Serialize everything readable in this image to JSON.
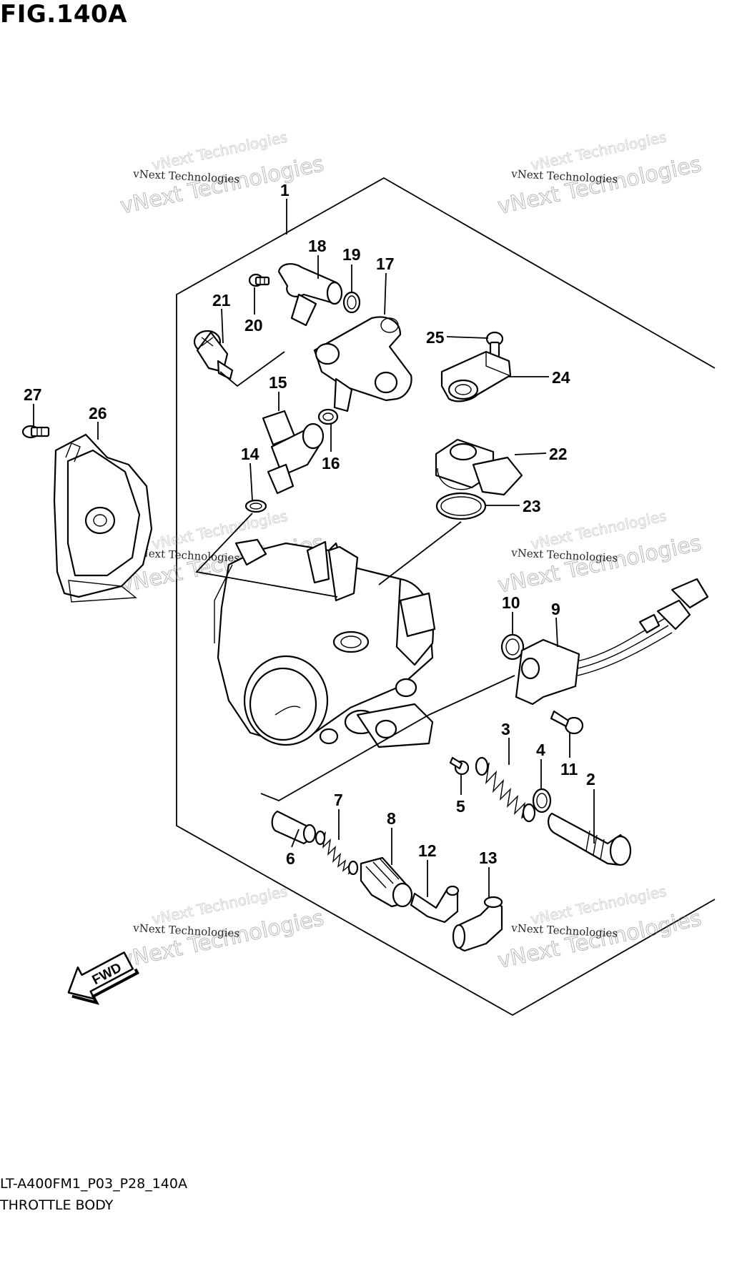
{
  "header": {
    "figure_title": "FIG.140A"
  },
  "footer": {
    "diagram_code": "LT-A400FM1_P03_P28_140A",
    "caption": "THROTTLE BODY"
  },
  "watermark": {
    "text": "vNext Technologies"
  },
  "direction_marker": {
    "label": "FWD"
  },
  "callouts": [
    {
      "number": "1"
    },
    {
      "number": "2"
    },
    {
      "number": "3"
    },
    {
      "number": "4"
    },
    {
      "number": "5"
    },
    {
      "number": "6"
    },
    {
      "number": "7"
    },
    {
      "number": "8"
    },
    {
      "number": "9"
    },
    {
      "number": "10"
    },
    {
      "number": "11"
    },
    {
      "number": "12"
    },
    {
      "number": "13"
    },
    {
      "number": "14"
    },
    {
      "number": "15"
    },
    {
      "number": "16"
    },
    {
      "number": "17"
    },
    {
      "number": "18"
    },
    {
      "number": "19"
    },
    {
      "number": "20"
    },
    {
      "number": "21"
    },
    {
      "number": "22"
    },
    {
      "number": "23"
    },
    {
      "number": "24"
    },
    {
      "number": "25"
    },
    {
      "number": "26"
    },
    {
      "number": "27"
    }
  ]
}
